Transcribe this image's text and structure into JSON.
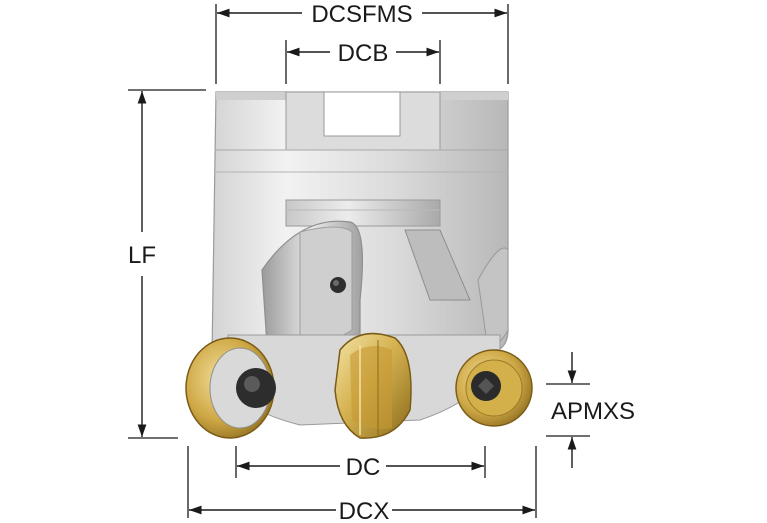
{
  "diagram": {
    "dimensions": {
      "dcsfms": "DCSFMS",
      "dcb": "DCB",
      "lf": "LF",
      "apmxs": "APMXS",
      "dc": "DC",
      "dcx": "DCX"
    }
  },
  "colors": {
    "body_light": "#e6e6e6",
    "body_mid": "#c9c9c9",
    "body_dark": "#8f8f8f",
    "insert_gold": "#caa545",
    "insert_gold_dark": "#8c6b1c",
    "screw": "#2b2b2b",
    "dimension_line": "#1a1a1a"
  }
}
